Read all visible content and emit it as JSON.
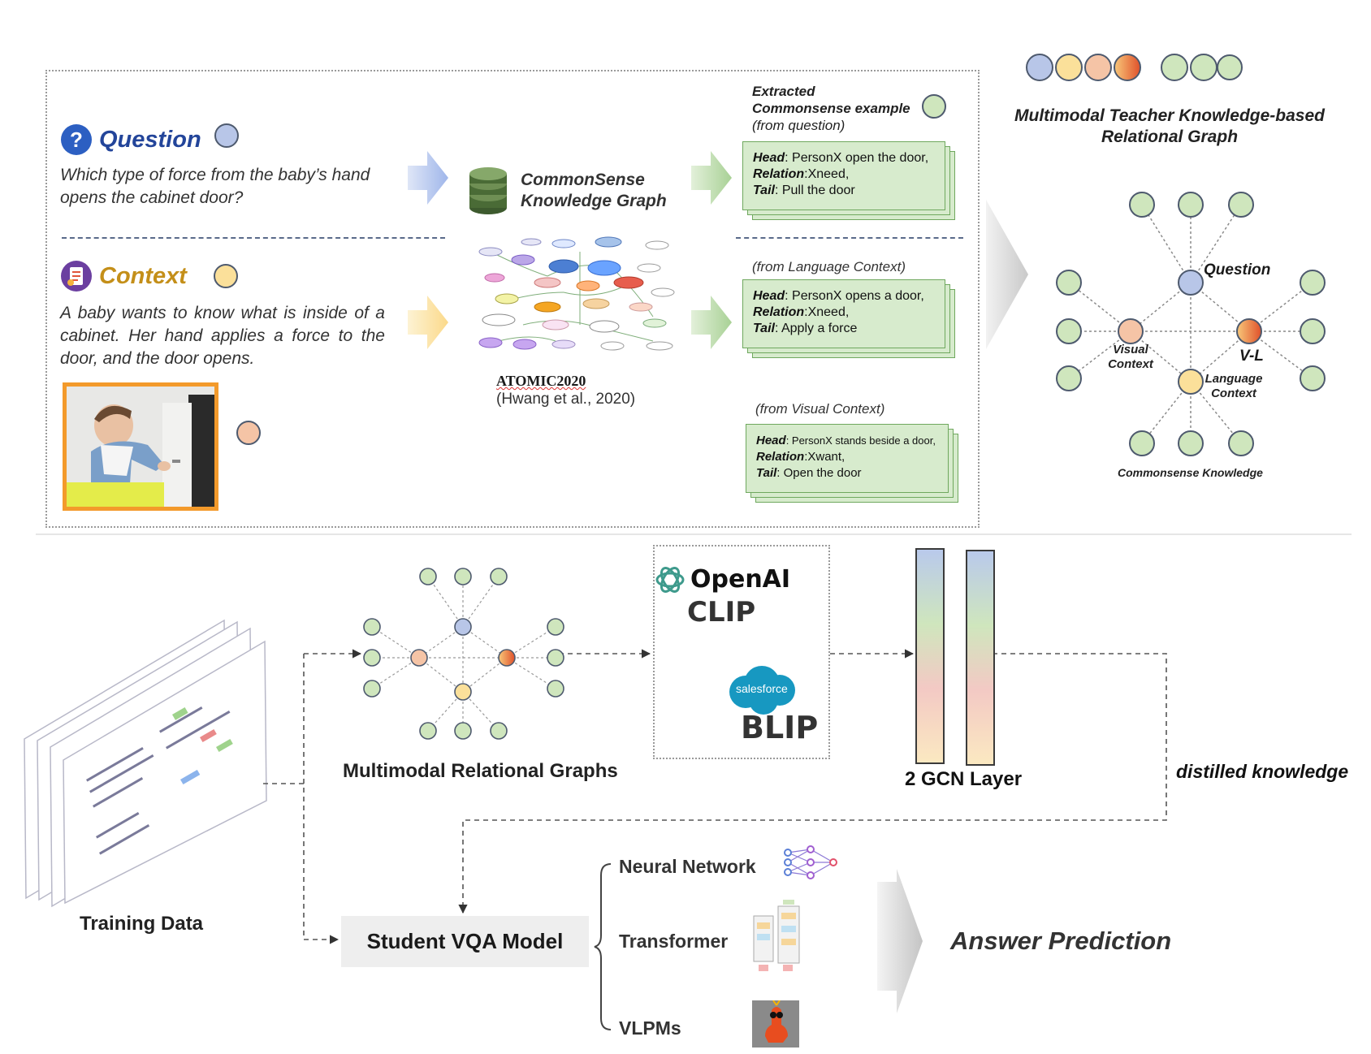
{
  "question": {
    "title": "Question",
    "text": "Which type of force from the baby’s hand opens the cabinet door?"
  },
  "context": {
    "title": "Context",
    "text": "A baby wants to know what is inside of a cabinet. Her hand applies a force to the door, and the door opens."
  },
  "ckg": {
    "title_line1": "CommonSense",
    "title_line2": "Knowledge Graph",
    "atomic": "ATOMIC2020",
    "citation": "(Hwang et al., 2020)"
  },
  "extracted": {
    "line1": "Extracted",
    "line2": "Commonsense example",
    "line3": "(from question)",
    "lang_label": "(from Language Context)",
    "vis_label": "(from Visual Context)"
  },
  "cards": [
    {
      "head_key": "Head",
      "head_val": ": PersonX open the door,",
      "rel_key": "Relation",
      "rel_val": ":Xneed,",
      "tail_key": "Tail",
      "tail_val": ": Pull the door"
    },
    {
      "head_key": "Head",
      "head_val": ": PersonX opens a door,",
      "rel_key": "Relation",
      "rel_val": ":Xneed,",
      "tail_key": "Tail",
      "tail_val": ": Apply a force"
    },
    {
      "head_key": "Head",
      "head_val": ": PersonX stands beside a door,",
      "rel_key": "Relation",
      "rel_val": ":Xwant,",
      "tail_key": "Tail",
      "tail_val": ": Open the door"
    }
  ],
  "teacher": {
    "title_line1": "Multimodal Teacher Knowledge-based",
    "title_line2": "Relational Graph",
    "question": "Question",
    "vl": "V-L",
    "visual_line1": "Visual",
    "visual_line2": "Context",
    "lang_line1": "Language",
    "lang_line2": "Context",
    "commonsense": "Commonsense Knowledge"
  },
  "bottom": {
    "training_data": "Training Data",
    "mrg": "Multimodal Relational Graphs",
    "openai": "OpenAI",
    "clip": "CLIP",
    "salesforce": "salesforce",
    "blip": "BLIP",
    "gcn": "2 GCN Layer",
    "distilled": "distilled knowledge",
    "student": "Student VQA Model",
    "options": [
      "Neural Network",
      "Transformer",
      "VLPMs"
    ],
    "answer": "Answer Prediction"
  },
  "colors": {
    "question_node": "#b8c6e8",
    "language_node": "#fbe09a",
    "visual_node": "#f5c4a6",
    "vl_node_start": "#f8c87a",
    "vl_node_end": "#e0502a",
    "commonsense_node": "#cfe6bd",
    "card_fill": "#d7ebcd",
    "card_border": "#6fa85e",
    "image_frame": "#f39a2b"
  }
}
